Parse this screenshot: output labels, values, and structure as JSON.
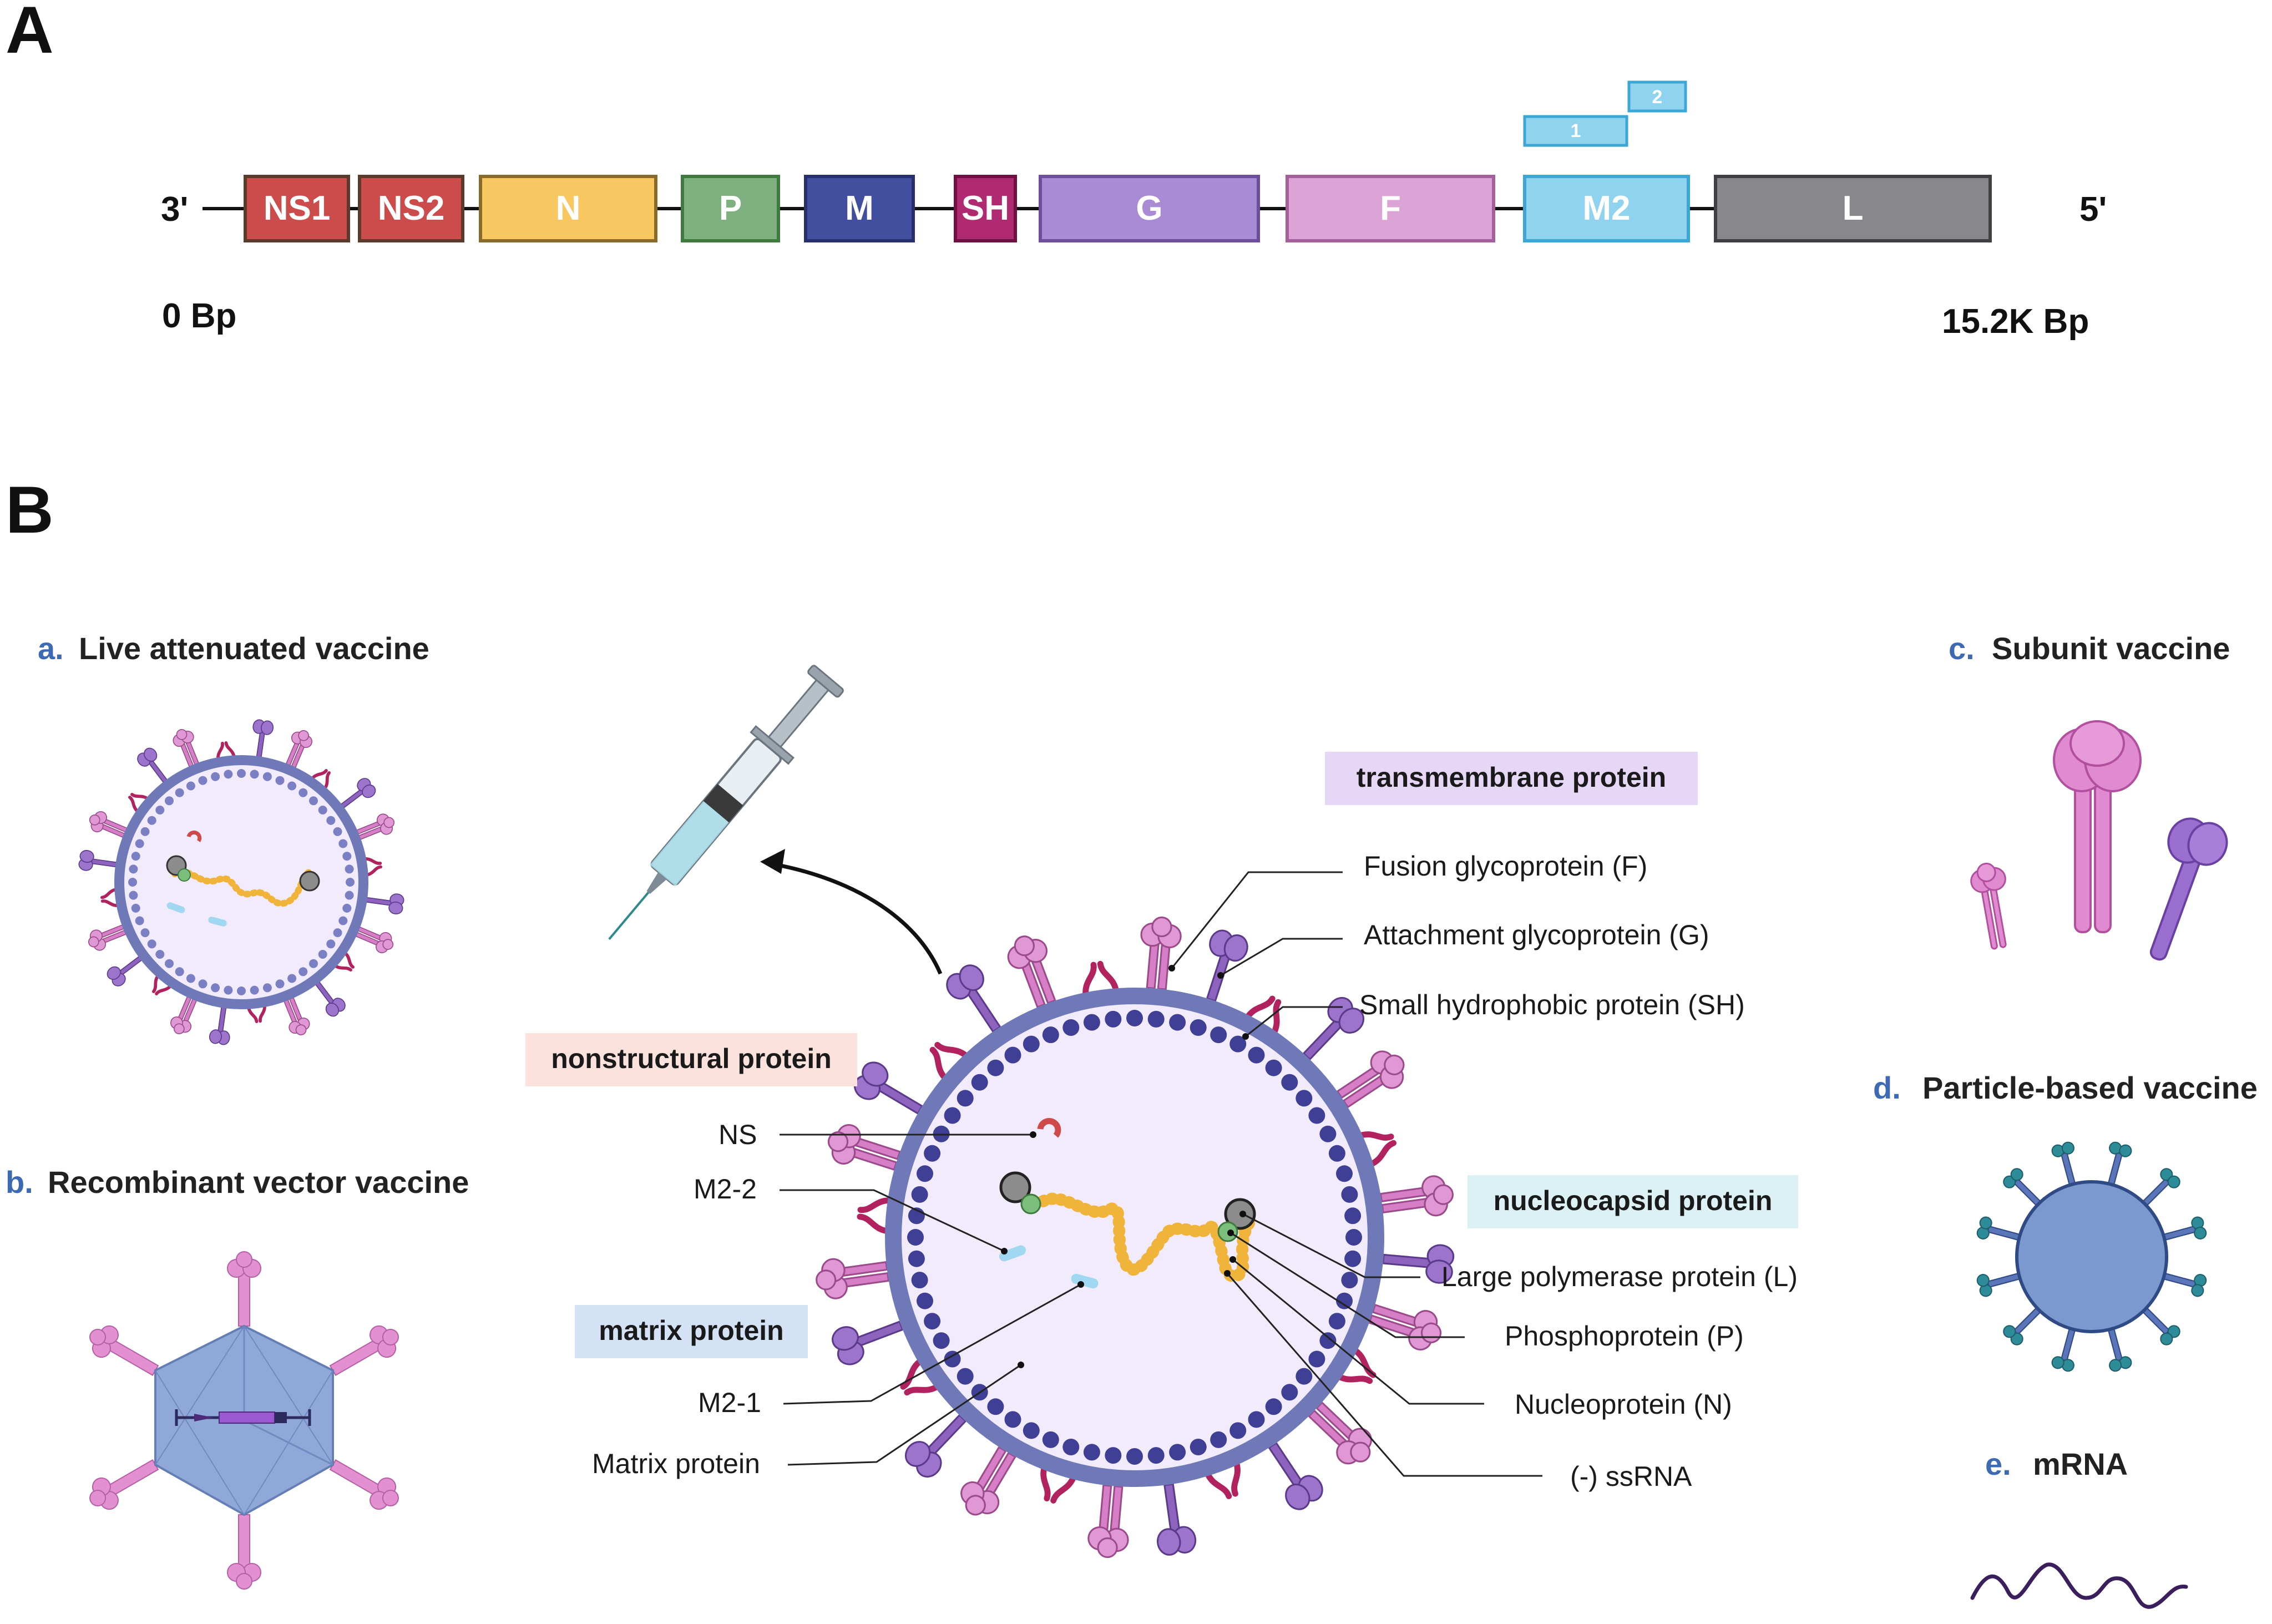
{
  "panels": {
    "a": "A",
    "b": "B"
  },
  "genome": {
    "left_end": "3'",
    "right_end": "5'",
    "start_bp": "0 Bp",
    "end_bp": "15.2K Bp",
    "genes": [
      {
        "label": "NS1",
        "color": "#cc4b4b"
      },
      {
        "label": "NS2",
        "color": "#cc4b4b"
      },
      {
        "label": "N",
        "color": "#f7c862"
      },
      {
        "label": "P",
        "color": "#7fb07f"
      },
      {
        "label": "M",
        "color": "#424f9e"
      },
      {
        "label": "SH",
        "color": "#b02a72"
      },
      {
        "label": "G",
        "color": "#a88bd2"
      },
      {
        "label": "F",
        "color": "#dca4d6"
      },
      {
        "label": "M2",
        "color": "#8fd3ef"
      },
      {
        "label": "L",
        "color": "#87878c"
      }
    ],
    "m2_orfs": [
      "1",
      "2"
    ]
  },
  "vaccines": [
    {
      "letter": "a.",
      "title": "Live attenuated vaccine"
    },
    {
      "letter": "b.",
      "title": "Recombinant vector vaccine"
    },
    {
      "letter": "c.",
      "title": "Subunit vaccine"
    },
    {
      "letter": "d.",
      "title": "Particle-based vaccine"
    },
    {
      "letter": "e.",
      "title": "mRNA"
    }
  ],
  "categories": {
    "transmembrane": "transmembrane protein",
    "nonstructural": "nonstructural protein",
    "nucleocapsid": "nucleocapsid  protein",
    "matrix": "matrix protein"
  },
  "callouts": {
    "fusion": "Fusion glycoprotein (F)",
    "attachment": "Attachment glycoprotein (G)",
    "small_hydrophobic": "Small hydrophobic protein (SH)",
    "ns": "NS",
    "m2_2": "M2-2",
    "m2_1": "M2-1",
    "matrix_protein": "Matrix protein",
    "large_polymerase": "Large polymerase protein (L)",
    "phosphoprotein": "Phosphoprotein (P)",
    "nucleoprotein": "Nucleoprotein (N)",
    "ssrna": "(-) ssRNA"
  },
  "colors": {
    "membrane": "#6f79b8",
    "matrix_dot": "#3e3f95",
    "interior": "#f1ebfb",
    "g_protein": "#8d63be",
    "f_protein": "#d67fc6",
    "sh_protein": "#b1225e",
    "rna_bead": "#f0b43a",
    "label_blue": "#3d6ab3"
  }
}
